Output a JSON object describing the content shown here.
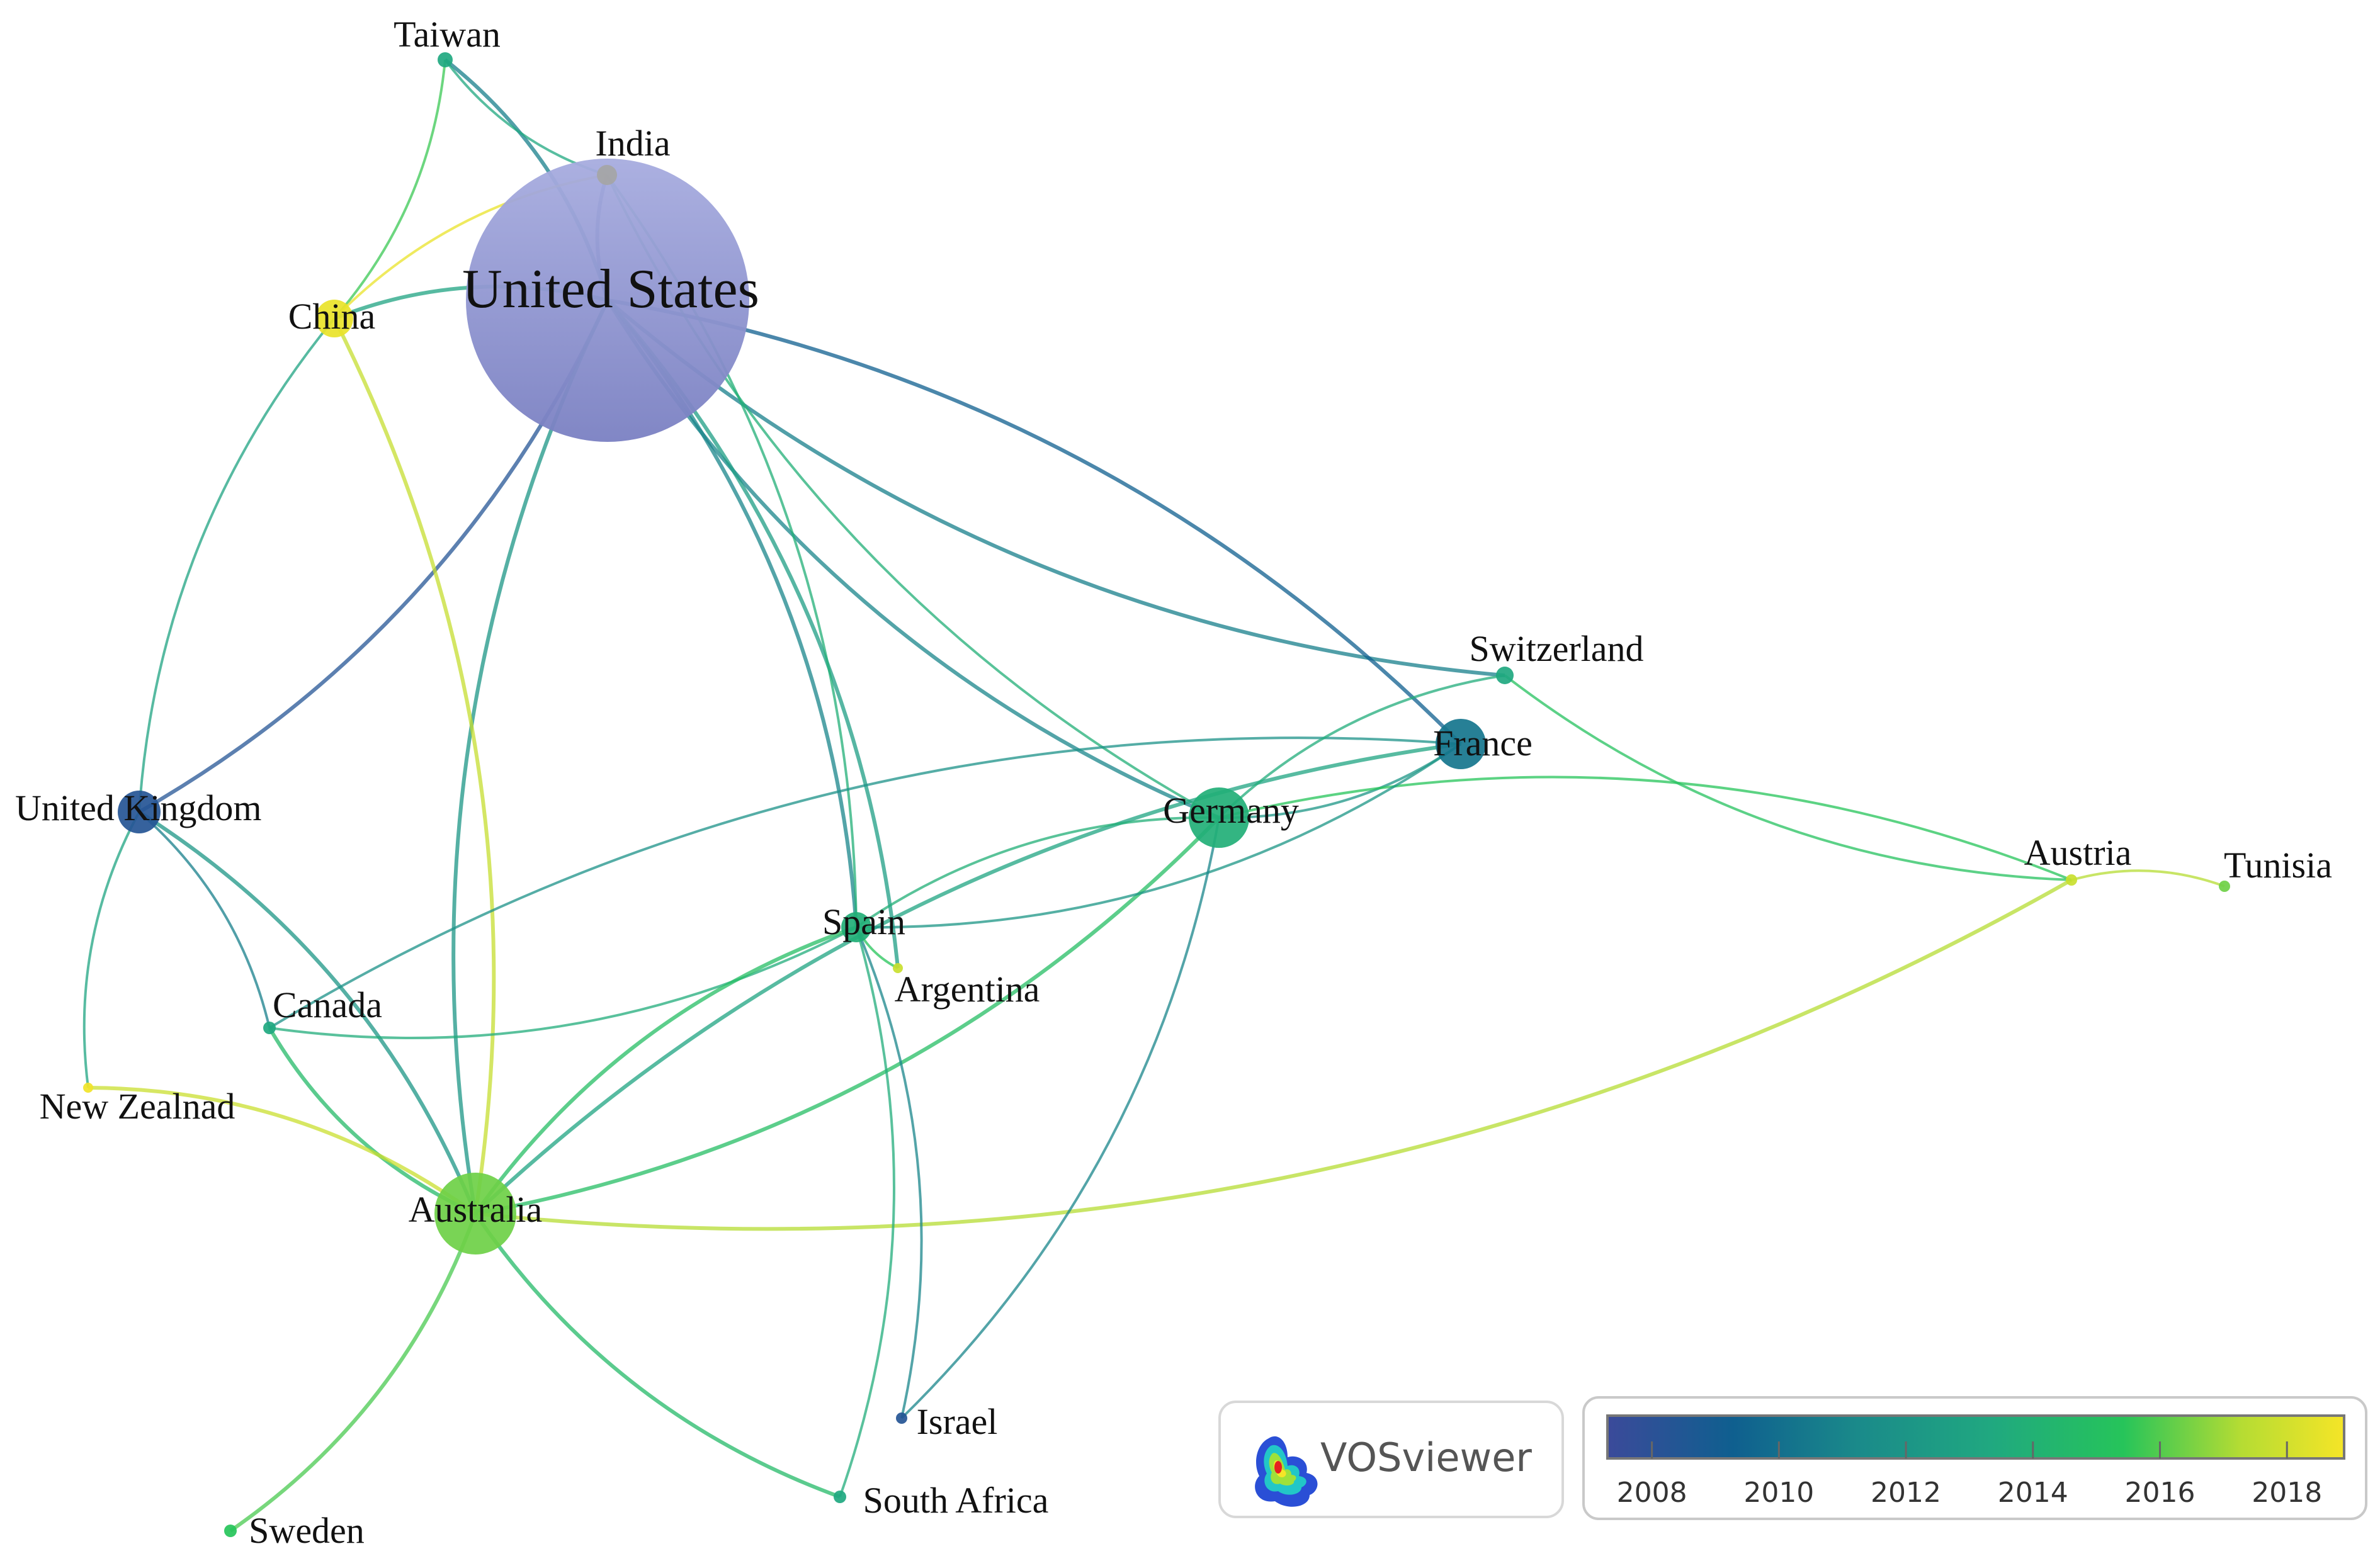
{
  "map": {
    "nodes": [
      {
        "id": "us",
        "label": "United States",
        "year": 2009
      },
      {
        "id": "china",
        "label": "China",
        "year": 2018.3
      },
      {
        "id": "india",
        "label": "India",
        "year": null
      },
      {
        "id": "taiwan",
        "label": "Taiwan",
        "year": 2014
      },
      {
        "id": "uk",
        "label": "United Kingdom",
        "year": 2009
      },
      {
        "id": "switzerland",
        "label": "Switzerland",
        "year": 2014
      },
      {
        "id": "france",
        "label": "France",
        "year": 2011
      },
      {
        "id": "germany",
        "label": "Germany",
        "year": 2014.5
      },
      {
        "id": "austria",
        "label": "Austria",
        "year": 2017.5
      },
      {
        "id": "tunisia",
        "label": "Tunisia",
        "year": 2016.5
      },
      {
        "id": "spain",
        "label": "Spain",
        "year": 2014.5
      },
      {
        "id": "argentina",
        "label": "Argentina",
        "year": 2017.5
      },
      {
        "id": "canada",
        "label": "Canada",
        "year": 2014
      },
      {
        "id": "nz",
        "label": "New Zealnad",
        "year": 2018.5
      },
      {
        "id": "australia",
        "label": "Australia",
        "year": 2016.5
      },
      {
        "id": "israel",
        "label": "Israel",
        "year": 2009
      },
      {
        "id": "sa",
        "label": "South Africa",
        "year": 2014
      },
      {
        "id": "sweden",
        "label": "Sweden",
        "year": 2016
      }
    ],
    "links": [
      [
        "us",
        "china"
      ],
      [
        "us",
        "india"
      ],
      [
        "us",
        "taiwan"
      ],
      [
        "us",
        "uk"
      ],
      [
        "us",
        "switzerland"
      ],
      [
        "us",
        "france"
      ],
      [
        "us",
        "germany"
      ],
      [
        "us",
        "spain"
      ],
      [
        "us",
        "australia"
      ],
      [
        "us",
        "argentina"
      ],
      [
        "china",
        "taiwan"
      ],
      [
        "china",
        "india"
      ],
      [
        "china",
        "uk"
      ],
      [
        "china",
        "australia"
      ],
      [
        "taiwan",
        "india"
      ],
      [
        "india",
        "spain"
      ],
      [
        "india",
        "germany"
      ],
      [
        "uk",
        "canada"
      ],
      [
        "uk",
        "nz"
      ],
      [
        "uk",
        "australia"
      ],
      [
        "canada",
        "australia"
      ],
      [
        "canada",
        "france"
      ],
      [
        "canada",
        "spain"
      ],
      [
        "nz",
        "australia"
      ],
      [
        "australia",
        "germany"
      ],
      [
        "australia",
        "france"
      ],
      [
        "australia",
        "austria"
      ],
      [
        "australia",
        "spain"
      ],
      [
        "australia",
        "sa"
      ],
      [
        "australia",
        "sweden"
      ],
      [
        "germany",
        "france"
      ],
      [
        "germany",
        "switzerland"
      ],
      [
        "germany",
        "spain"
      ],
      [
        "germany",
        "austria"
      ],
      [
        "spain",
        "argentina"
      ],
      [
        "spain",
        "sa"
      ],
      [
        "spain",
        "france"
      ],
      [
        "spain",
        "israel"
      ],
      [
        "switzerland",
        "austria"
      ],
      [
        "austria",
        "tunisia"
      ],
      [
        "israel",
        "germany"
      ]
    ]
  },
  "legend": {
    "brand": "VOSviewer",
    "ticks": [
      "2008",
      "2010",
      "2012",
      "2014",
      "2016",
      "2018"
    ],
    "colors": [
      "#3b4a9a",
      "#0f5f8f",
      "#1a8a8a",
      "#20a880",
      "#26c45a",
      "#b5dc33",
      "#f5e527"
    ]
  }
}
